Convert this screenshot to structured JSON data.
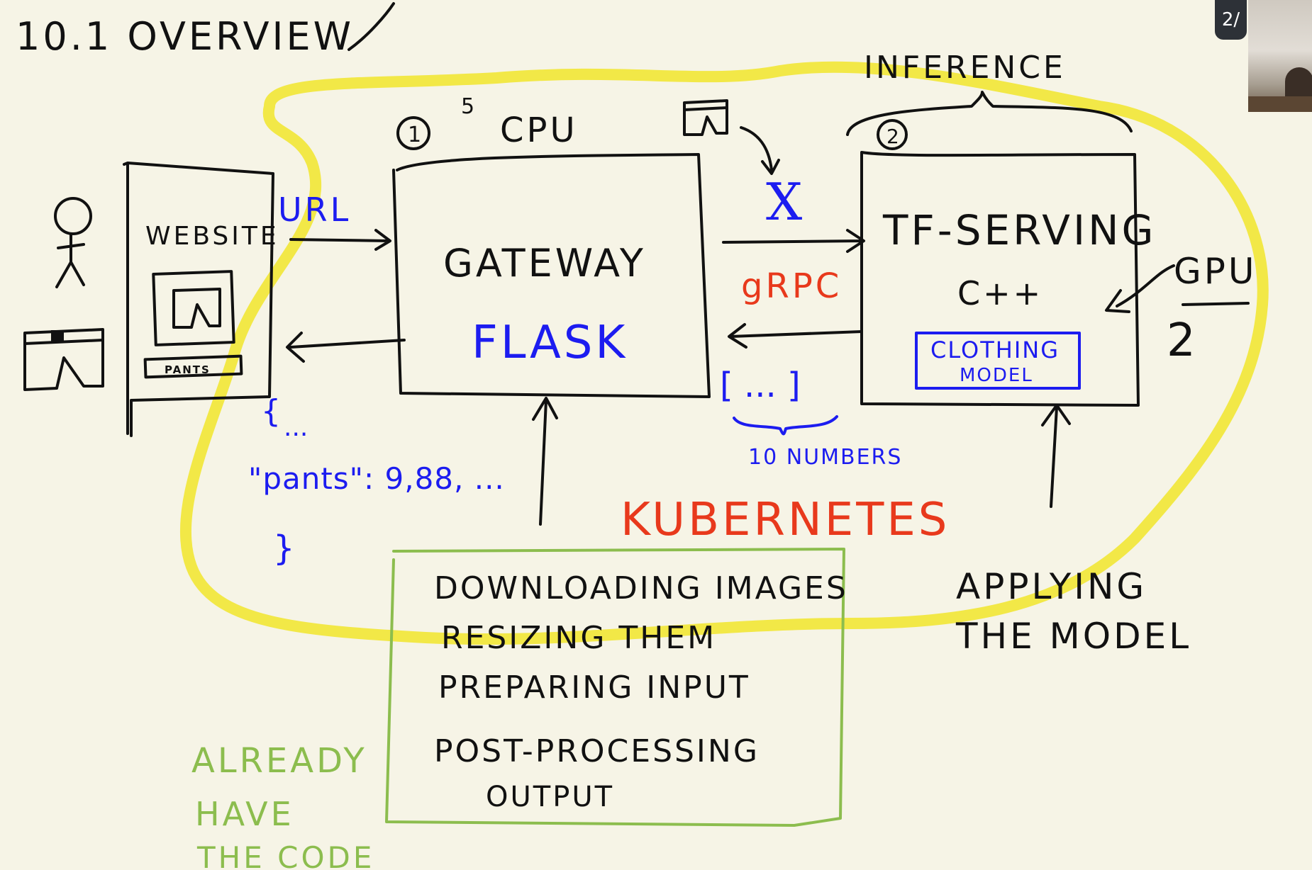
{
  "title": "10.1 OVERVIEW",
  "slide_badge": "2/",
  "top": {
    "inference": "INFERENCE",
    "cpu": "CPU",
    "five": "5",
    "num1": "1",
    "num2": "2"
  },
  "website": {
    "label": "WEBSITE",
    "pants_button": "PANTS"
  },
  "url_label": "URL",
  "gateway": {
    "title": "GATEWAY",
    "tech": "FLASK"
  },
  "x_label": "X",
  "grpc_label": "gRPC",
  "tfserving": {
    "title": "TF-SERVING",
    "lang": "C++",
    "model": [
      "CLOTHING",
      "MODEL"
    ]
  },
  "gpu": {
    "label": "GPU",
    "count": "2"
  },
  "response_json": {
    "open": "{",
    "dots": "...",
    "line": "\"pants\": 9,88, ...",
    "close": "}"
  },
  "array_label": "[ ... ]",
  "numbers_label": "10 NUMBERS",
  "kubernetes": "KUBERNETES",
  "gateway_tasks": [
    "DOWNLOADING IMAGES",
    "RESIZING THEM",
    "PREPARING INPUT",
    "POST-PROCESSING",
    "OUTPUT"
  ],
  "applying": [
    "APPLYING",
    "THE MODEL"
  ],
  "already": [
    "ALREADY",
    "HAVE",
    "THE CODE"
  ],
  "colors": {
    "ink": "#111111",
    "blue": "#1c1cf0",
    "red": "#e8391c",
    "green": "#8cbd4e",
    "yellow": "#f1e63a",
    "paper": "#f6f4e6"
  }
}
